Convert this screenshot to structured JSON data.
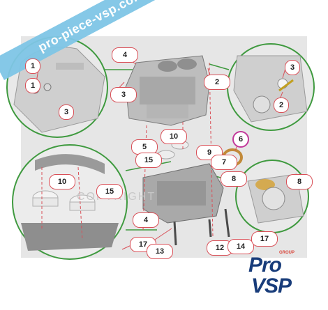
{
  "watermark": "pro-piece-vsp.com",
  "copyright_text": "COPYRIGHT",
  "logo": {
    "line1": "Pro",
    "line2": "VSP",
    "group": "GROUP"
  },
  "colors": {
    "callout": "#d94f57",
    "highlight": "#c2389a",
    "leader": "#3f9a3f",
    "panel": "#e6e6e6"
  },
  "labels": [
    "1",
    "4",
    "3",
    "2",
    "3",
    "1",
    "2",
    "3",
    "6",
    "10",
    "5",
    "9",
    "15",
    "7",
    "10",
    "15",
    "8",
    "8",
    "4",
    "17",
    "13",
    "12",
    "14",
    "17"
  ]
}
